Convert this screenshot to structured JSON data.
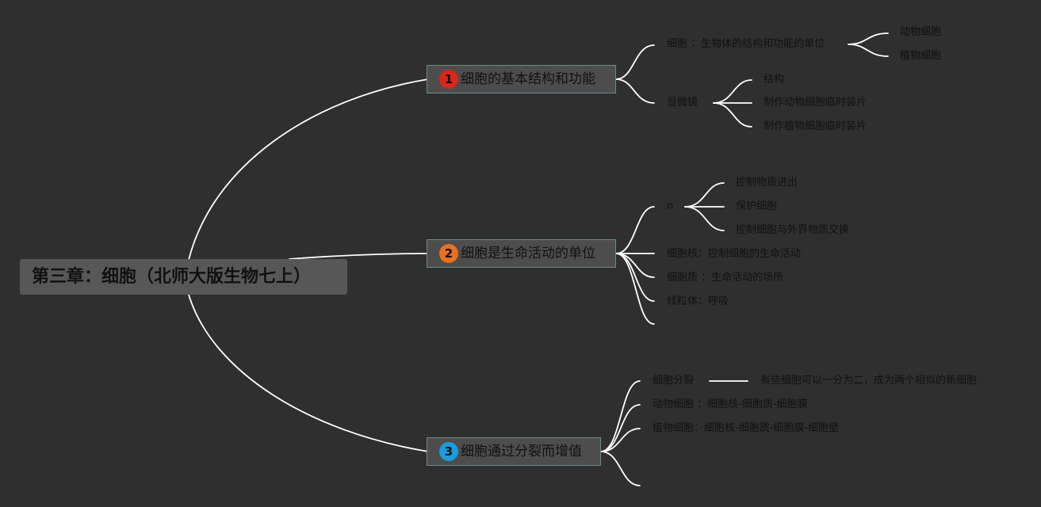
{
  "root": {
    "title": "第三章：细胞（北师大版生物七上）"
  },
  "topics": [
    {
      "badge": "1",
      "badge_color": "#d9261c",
      "title": "细胞的基本结构和功能",
      "children": [
        {
          "label": "细胞 ：生物体的结构和功能的单位",
          "children": [
            "动物细胞",
            "植物细胞"
          ]
        },
        {
          "label": "显微镜",
          "children": [
            "结构",
            "制作动物细胞临时装片",
            "制作植物细胞临时装片"
          ]
        }
      ]
    },
    {
      "badge": "2",
      "badge_color": "#e8701f",
      "title": "细胞是生命活动的单位",
      "children": [
        {
          "label": "n",
          "children": [
            "控制物质进出",
            "保护细胞",
            "控制细胞与外界物质交换"
          ]
        },
        {
          "label": "细胞核：控制细胞的生命活动"
        },
        {
          "label": "细胞质 ：生命活动的场所"
        },
        {
          "label": "线粒体：呼吸"
        },
        {
          "label": ""
        }
      ]
    },
    {
      "badge": "3",
      "badge_color": "#1a9be0",
      "title": "细胞通过分裂而增值",
      "children": [
        {
          "label": "细胞分裂",
          "children": [
            "有些细胞可以一分为二，成为两个相似的新细胞"
          ]
        },
        {
          "label": "动物细胞 ：细胞核-细胞质-细胞膜"
        },
        {
          "label": "植物细胞：细胞核-细胞质-细胞膜-细胞壁"
        },
        {
          "label": ""
        }
      ]
    }
  ]
}
